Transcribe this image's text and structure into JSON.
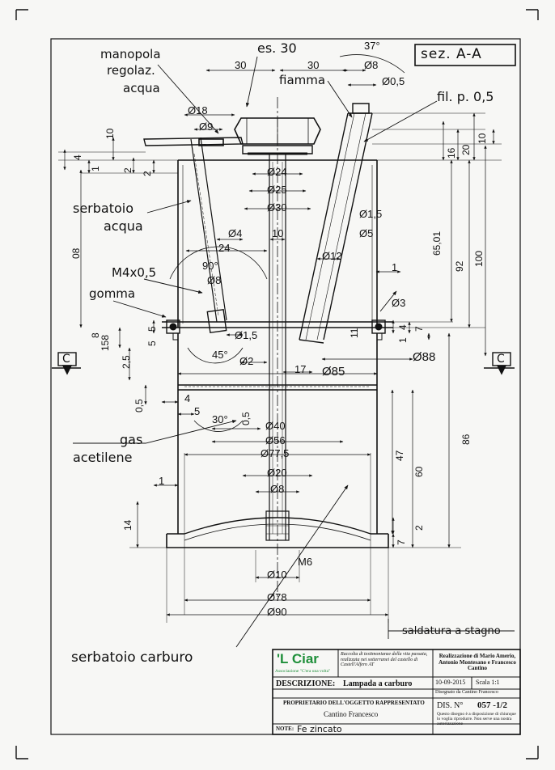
{
  "section_label": "sez. A-A",
  "labels": {
    "manopola": "manopola",
    "regolaz": "regolaz.",
    "acqua_top": "acqua",
    "es30": "es. 30",
    "fiamma": "fiamma",
    "filetto": "fil. p. 0,5",
    "serbatoio": "serbatoio",
    "acqua_mid": "acqua",
    "m4": "M4x0,5",
    "gomma": "gomma",
    "gas": "gas",
    "acetilene": "acetilene",
    "serbatoio_carburo": "serbatoio carburo",
    "saldatura": "saldatura a stagno",
    "section_marker": "C"
  },
  "dims": {
    "d30a": "30",
    "d30b": "30",
    "d37": "37°",
    "d8top": "Ø8",
    "d05top": "Ø0,5",
    "d18": "Ø18",
    "d9": "Ø9",
    "d10": "10",
    "d4": "4",
    "d1": "1",
    "d2a": "2",
    "d2b": "2",
    "d24": "Ø24",
    "d25": "Ø25",
    "d30": "Ø30",
    "d15": "Ø1,5",
    "d5": "Ø5",
    "dd4": "Ø4",
    "d24h": "24",
    "d10h": "10",
    "d12": "Ø12",
    "d1r": "1",
    "d90deg": "90°",
    "dd8": "Ø8",
    "d08": "08",
    "d158": "158",
    "d8v": "8",
    "d5a": "5",
    "d5b": "5",
    "d15b": "Ø1,5",
    "d45": "45°",
    "d2c": "Ø2",
    "d25v": "2,5",
    "d17": "17",
    "d85": "Ø85",
    "d88": "Ø88",
    "d3": "Ø3",
    "d16": "16",
    "d20": "20",
    "d10r": "10",
    "d6501": "65,01",
    "d92": "92",
    "d100": "100",
    "d4r": "4",
    "d1rr": "1",
    "d7": "7",
    "d11": "11",
    "d05a": "0,5",
    "d4b": "4",
    "d5c": "5",
    "d30deg": "30°",
    "d05b": "0,5",
    "d40": "Ø40",
    "d56": "Ø56",
    "d775": "Ø77,5",
    "d20c": "Ø20",
    "d8c": "Ø8",
    "d1c": "1",
    "d14": "14",
    "d47": "47",
    "d60": "60",
    "d86": "86",
    "d2r": "2",
    "d7r": "7",
    "dM6": "M6",
    "d10c": "Ø10",
    "d78": "Ø78",
    "d90": "Ø90"
  },
  "title_block": {
    "logo": "'L Ciar",
    "logo_sub": "Associazione \"C'era una volta\"",
    "raccolta": "Raccolta di testimonianze della vita passata, realizzata nei sotterranei del castello di Castell'Alfero AT",
    "realizzazione": "Realizzazione di Mario Amerio, Antonio Montesano e Francesco Cantino",
    "descrizione_label": "DESCRIZIONE:",
    "descrizione_value": "Lampada a carburo",
    "date": "10-09-2015",
    "scala": "Scala 1:1",
    "disegnato": "Disegnato da Cantino Francesco",
    "proprietario_label": "PROPRIETARIO DELL'OGGETTO RAPPRESENTATO",
    "proprietario_value": "Cantino Francesco",
    "dis_label": "DIS. N°",
    "dis_value": "057 -1/2",
    "note_label": "NOTE:",
    "note_value": "Fe zincato",
    "disclaimer": "Questo disegno è a disposizione di chiunque lo voglia riprodurre. Non serve una nostra autorizzazione"
  }
}
